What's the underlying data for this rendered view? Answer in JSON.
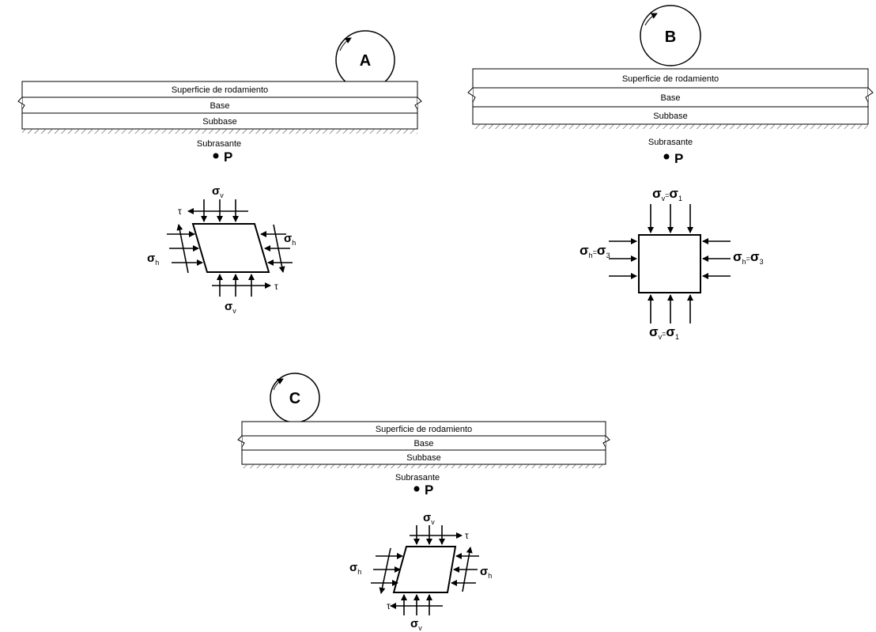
{
  "panels": [
    {
      "id": "A",
      "letter": "A",
      "layers": [
        "Superficie de rodamiento",
        "Base",
        "Subbase",
        "Subrasante"
      ],
      "point": "P",
      "labels": {
        "sv_top": "σ",
        "sv_top_sub": "v",
        "sv_bot": "σ",
        "sv_bot_sub": "v",
        "sh_left": "σ",
        "sh_left_sub": "h",
        "sh_right": "σ",
        "sh_right_sub": "h",
        "tau_top": "τ",
        "tau_bot": "τ"
      }
    },
    {
      "id": "B",
      "letter": "B",
      "layers": [
        "Superficie de rodamiento",
        "Base",
        "Subbase",
        "Subrasante"
      ],
      "point": "P",
      "labels": {
        "top_a": "σ",
        "top_a_sub": "v",
        "top_eq": "=",
        "top_b": "σ",
        "top_b_sub": "1",
        "bot_a": "σ",
        "bot_a_sub": "v",
        "bot_eq": "=",
        "bot_b": "σ",
        "bot_b_sub": "1",
        "left_a": "σ",
        "left_a_sub": "h",
        "left_eq": "=",
        "left_b": "σ",
        "left_b_sub": "3",
        "right_a": "σ",
        "right_a_sub": "h",
        "right_eq": "=",
        "right_b": "σ",
        "right_b_sub": "3"
      }
    },
    {
      "id": "C",
      "letter": "C",
      "layers": [
        "Superficie de rodamiento",
        "Base",
        "Subbase",
        "Subrasante"
      ],
      "point": "P",
      "labels": {
        "sv_top": "σ",
        "sv_top_sub": "v",
        "sv_bot": "σ",
        "sv_bot_sub": "v",
        "sh_left": "σ",
        "sh_left_sub": "h",
        "sh_right": "σ",
        "sh_right_sub": "h",
        "tau_top": "τ",
        "tau_bot": "τ"
      }
    }
  ],
  "colors": {
    "line": "#000000",
    "background": "#ffffff",
    "hatch": "#555555"
  }
}
